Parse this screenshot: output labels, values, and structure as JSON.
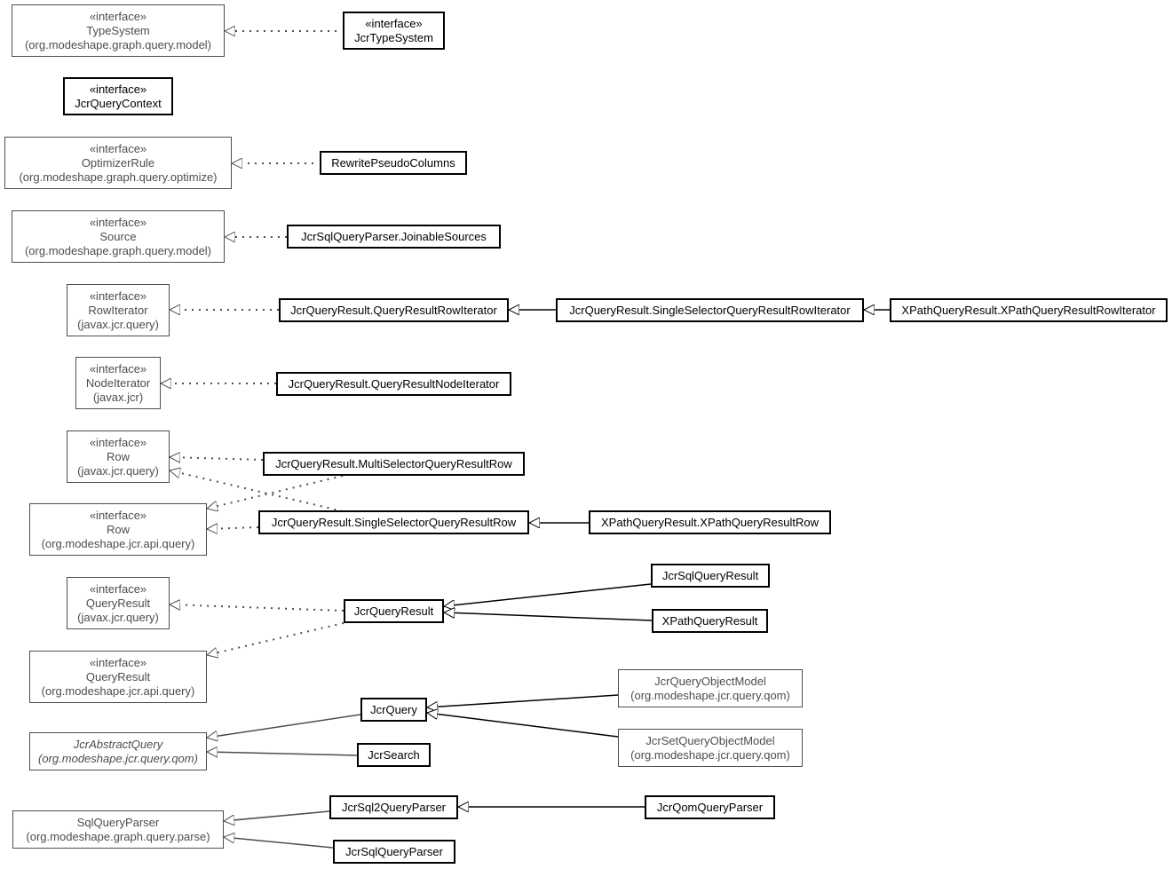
{
  "stereotype": "«interface»",
  "nodes": {
    "TypeSystem": {
      "name": "TypeSystem",
      "pkg": "(org.modeshape.graph.query.model)"
    },
    "JcrTypeSystem": {
      "name": "JcrTypeSystem"
    },
    "JcrQueryContext": {
      "name": "JcrQueryContext"
    },
    "OptimizerRule": {
      "name": "OptimizerRule",
      "pkg": "(org.modeshape.graph.query.optimize)"
    },
    "RewritePseudoColumns": {
      "name": "RewritePseudoColumns"
    },
    "Source": {
      "name": "Source",
      "pkg": "(org.modeshape.graph.query.model)"
    },
    "JoinableSources": {
      "name": "JcrSqlQueryParser.JoinableSources"
    },
    "RowIterator": {
      "name": "RowIterator",
      "pkg": "(javax.jcr.query)"
    },
    "QueryResultRowIterator": {
      "name": "JcrQueryResult.QueryResultRowIterator"
    },
    "SingleSelectorRowIterator": {
      "name": "JcrQueryResult.SingleSelectorQueryResultRowIterator"
    },
    "XPathRowIterator": {
      "name": "XPathQueryResult.XPathQueryResultRowIterator"
    },
    "NodeIterator": {
      "name": "NodeIterator",
      "pkg": "(javax.jcr)"
    },
    "QueryResultNodeIterator": {
      "name": "JcrQueryResult.QueryResultNodeIterator"
    },
    "RowJcr": {
      "name": "Row",
      "pkg": "(javax.jcr.query)"
    },
    "MultiSelectorRow": {
      "name": "JcrQueryResult.MultiSelectorQueryResultRow"
    },
    "RowApi": {
      "name": "Row",
      "pkg": "(org.modeshape.jcr.api.query)"
    },
    "SingleSelectorRow": {
      "name": "JcrQueryResult.SingleSelectorQueryResultRow"
    },
    "XPathRow": {
      "name": "XPathQueryResult.XPathQueryResultRow"
    },
    "QueryResultJcr": {
      "name": "QueryResult",
      "pkg": "(javax.jcr.query)"
    },
    "JcrQueryResult": {
      "name": "JcrQueryResult"
    },
    "JcrSqlQueryResult": {
      "name": "JcrSqlQueryResult"
    },
    "XPathQueryResult": {
      "name": "XPathQueryResult"
    },
    "QueryResultApi": {
      "name": "QueryResult",
      "pkg": "(org.modeshape.jcr.api.query)"
    },
    "JcrQuery": {
      "name": "JcrQuery"
    },
    "JcrQueryObjectModel": {
      "name": "JcrQueryObjectModel",
      "pkg": "(org.modeshape.jcr.query.qom)"
    },
    "JcrSetQueryObjectModel": {
      "name": "JcrSetQueryObjectModel",
      "pkg": "(org.modeshape.jcr.query.qom)"
    },
    "JcrAbstractQuery": {
      "name": "JcrAbstractQuery",
      "pkg": "(org.modeshape.jcr.query.qom)"
    },
    "JcrSearch": {
      "name": "JcrSearch"
    },
    "SqlQueryParser": {
      "name": "SqlQueryParser",
      "pkg": "(org.modeshape.graph.query.parse)"
    },
    "JcrSql2QueryParser": {
      "name": "JcrSql2QueryParser"
    },
    "JcrQomQueryParser": {
      "name": "JcrQomQueryParser"
    },
    "JcrSqlQueryParser": {
      "name": "JcrSqlQueryParser"
    }
  },
  "relations": [
    {
      "from": "JcrTypeSystem",
      "to": "TypeSystem",
      "kind": "realization"
    },
    {
      "from": "RewritePseudoColumns",
      "to": "OptimizerRule",
      "kind": "realization"
    },
    {
      "from": "JoinableSources",
      "to": "Source",
      "kind": "realization"
    },
    {
      "from": "QueryResultRowIterator",
      "to": "RowIterator",
      "kind": "realization"
    },
    {
      "from": "SingleSelectorRowIterator",
      "to": "QueryResultRowIterator",
      "kind": "generalization"
    },
    {
      "from": "XPathRowIterator",
      "to": "SingleSelectorRowIterator",
      "kind": "generalization"
    },
    {
      "from": "QueryResultNodeIterator",
      "to": "NodeIterator",
      "kind": "realization"
    },
    {
      "from": "MultiSelectorRow",
      "to": "RowJcr",
      "kind": "realization"
    },
    {
      "from": "MultiSelectorRow",
      "to": "RowApi",
      "kind": "realization"
    },
    {
      "from": "SingleSelectorRow",
      "to": "RowJcr",
      "kind": "realization"
    },
    {
      "from": "SingleSelectorRow",
      "to": "RowApi",
      "kind": "realization"
    },
    {
      "from": "XPathRow",
      "to": "SingleSelectorRow",
      "kind": "generalization"
    },
    {
      "from": "JcrQueryResult",
      "to": "QueryResultJcr",
      "kind": "realization"
    },
    {
      "from": "JcrQueryResult",
      "to": "QueryResultApi",
      "kind": "realization"
    },
    {
      "from": "JcrSqlQueryResult",
      "to": "JcrQueryResult",
      "kind": "generalization"
    },
    {
      "from": "XPathQueryResult",
      "to": "JcrQueryResult",
      "kind": "generalization"
    },
    {
      "from": "JcrQuery",
      "to": "JcrAbstractQuery",
      "kind": "generalization"
    },
    {
      "from": "JcrSearch",
      "to": "JcrAbstractQuery",
      "kind": "generalization"
    },
    {
      "from": "JcrQueryObjectModel",
      "to": "JcrQuery",
      "kind": "generalization"
    },
    {
      "from": "JcrSetQueryObjectModel",
      "to": "JcrQuery",
      "kind": "generalization"
    },
    {
      "from": "JcrSql2QueryParser",
      "to": "SqlQueryParser",
      "kind": "generalization"
    },
    {
      "from": "JcrSqlQueryParser",
      "to": "SqlQueryParser",
      "kind": "generalization"
    },
    {
      "from": "JcrQomQueryParser",
      "to": "JcrSql2QueryParser",
      "kind": "generalization"
    }
  ]
}
